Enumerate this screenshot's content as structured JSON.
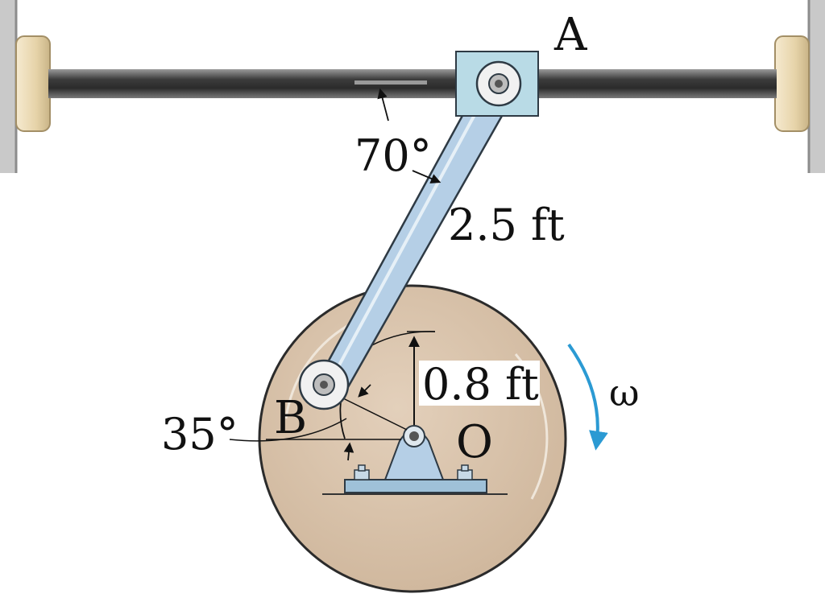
{
  "labels": {
    "point_a": "A",
    "point_b": "B",
    "point_o": "O",
    "angle_rod": "70°",
    "angle_crank": "35°",
    "rod_length": "2.5 ft",
    "crank_radius": "0.8 ft",
    "angular_velocity": "ω"
  },
  "colors": {
    "wall": "#bfbfbf",
    "support_bracket": "#e8d9b3",
    "shaft": "#4a4a4a",
    "collar": "#b9dbe6",
    "link": "#b5cfe6",
    "link_outline": "#2e3a44",
    "disk": "#d8c2aa",
    "pin": "#f3f3f3",
    "base": "#9fc1d8",
    "omega_arrow": "#2b9ad3"
  }
}
